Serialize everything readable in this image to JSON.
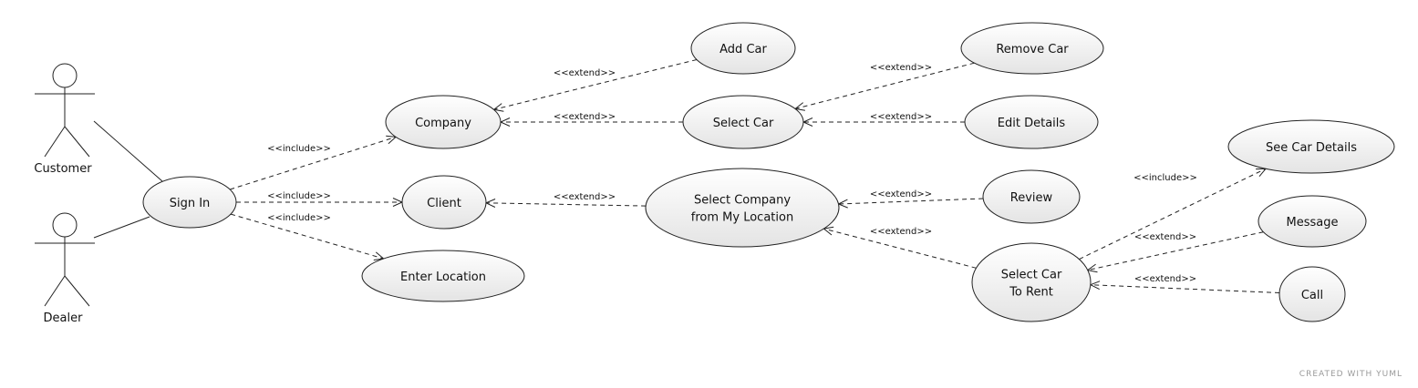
{
  "actors": [
    {
      "id": "customer",
      "label": "Customer"
    },
    {
      "id": "dealer",
      "label": "Dealer"
    }
  ],
  "use_cases": [
    {
      "id": "sign-in",
      "lines": [
        "Sign In"
      ]
    },
    {
      "id": "company",
      "lines": [
        "Company"
      ]
    },
    {
      "id": "client",
      "lines": [
        "Client"
      ]
    },
    {
      "id": "enter-location",
      "lines": [
        "Enter Location"
      ]
    },
    {
      "id": "add-car",
      "lines": [
        "Add Car"
      ]
    },
    {
      "id": "select-car",
      "lines": [
        "Select Car"
      ]
    },
    {
      "id": "remove-car",
      "lines": [
        "Remove Car"
      ]
    },
    {
      "id": "edit-details",
      "lines": [
        "Edit Details"
      ]
    },
    {
      "id": "select-company",
      "lines": [
        "Select Company",
        "from My Location"
      ]
    },
    {
      "id": "review",
      "lines": [
        "Review"
      ]
    },
    {
      "id": "select-car-to-rent",
      "lines": [
        "Select Car",
        "To Rent"
      ]
    },
    {
      "id": "see-car-details",
      "lines": [
        "See Car Details"
      ]
    },
    {
      "id": "message",
      "lines": [
        "Message"
      ]
    },
    {
      "id": "call",
      "lines": [
        "Call"
      ]
    }
  ],
  "associations": [
    {
      "from": "customer",
      "to": "sign-in"
    },
    {
      "from": "dealer",
      "to": "sign-in"
    }
  ],
  "relationships": [
    {
      "from": "sign-in",
      "to": "company",
      "label": "<<include>>"
    },
    {
      "from": "sign-in",
      "to": "client",
      "label": "<<include>>"
    },
    {
      "from": "sign-in",
      "to": "enter-location",
      "label": "<<include>>"
    },
    {
      "from": "add-car",
      "to": "company",
      "label": "<<extend>>"
    },
    {
      "from": "select-car",
      "to": "company",
      "label": "<<extend>>"
    },
    {
      "from": "remove-car",
      "to": "select-car",
      "label": "<<extend>>"
    },
    {
      "from": "edit-details",
      "to": "select-car",
      "label": "<<extend>>"
    },
    {
      "from": "select-company",
      "to": "client",
      "label": "<<extend>>"
    },
    {
      "from": "review",
      "to": "select-company",
      "label": "<<extend>>"
    },
    {
      "from": "select-car-to-rent",
      "to": "select-company",
      "label": "<<extend>>"
    },
    {
      "from": "select-car-to-rent",
      "to": "see-car-details",
      "label": "<<include>>"
    },
    {
      "from": "message",
      "to": "select-car-to-rent",
      "label": "<<extend>>"
    },
    {
      "from": "call",
      "to": "select-car-to-rent",
      "label": "<<extend>>"
    }
  ],
  "watermark": "CREATED WITH YUML"
}
